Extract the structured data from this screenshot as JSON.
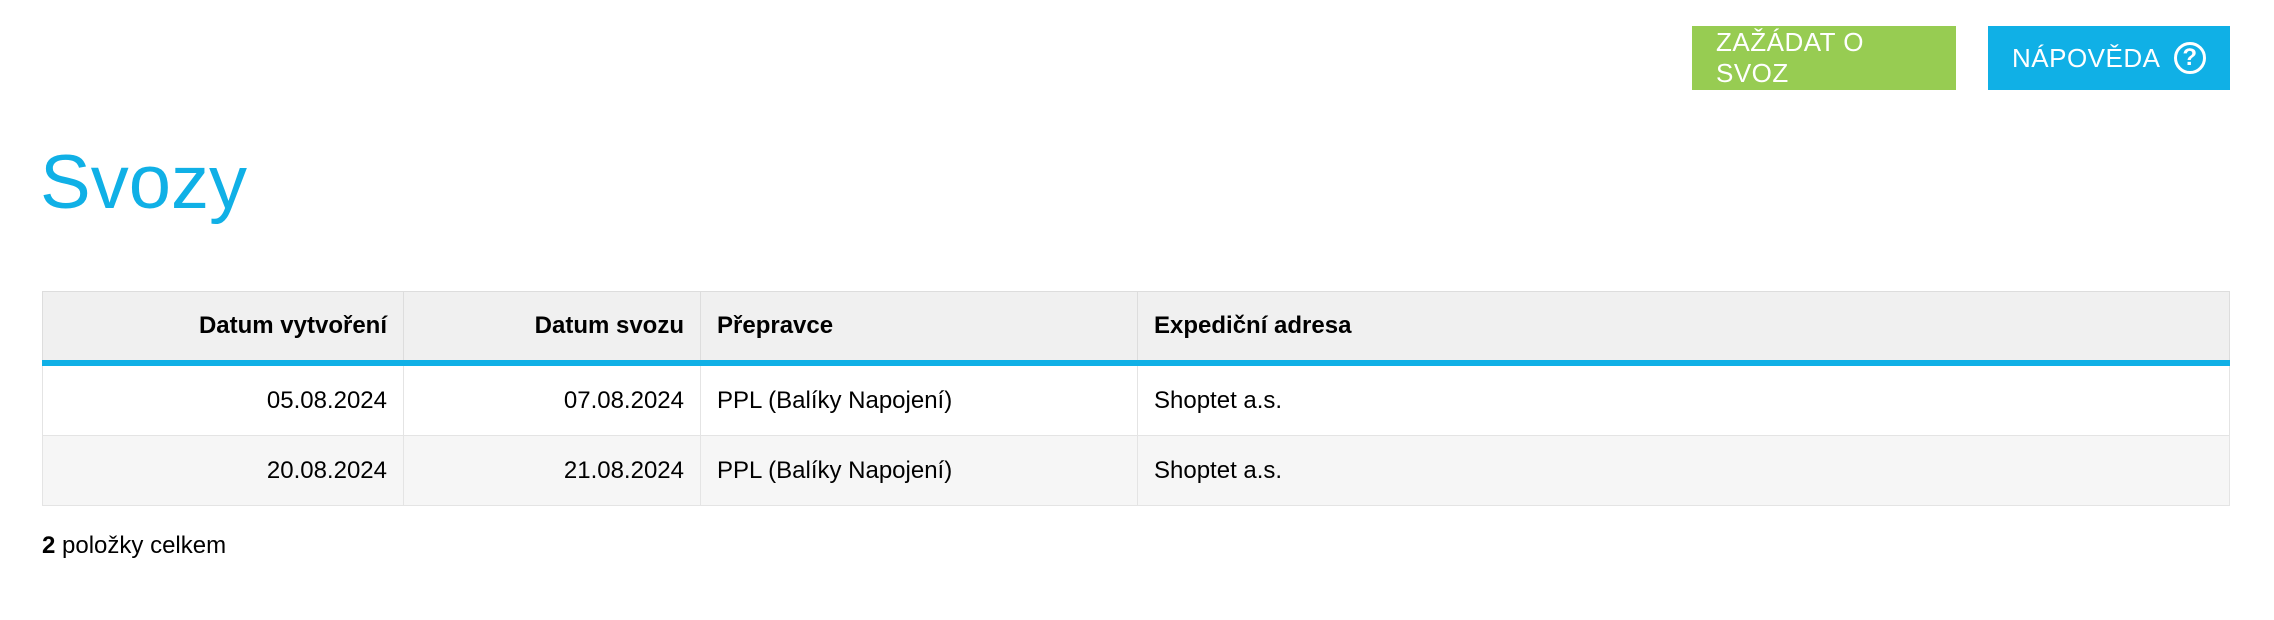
{
  "toolbar": {
    "request_label": "ZAŽÁDAT O SVOZ",
    "help_label": "NÁPOVĚDA",
    "help_icon_glyph": "?",
    "help_icon": "question-circle-icon",
    "colors": {
      "request_bg": "#97cc52",
      "help_bg": "#10b0e6"
    }
  },
  "page": {
    "title": "Svozy",
    "accent_color": "#10b0e6"
  },
  "table": {
    "headers": {
      "created": "Datum vytvoření",
      "pickup": "Datum svozu",
      "carrier": "Přepravce",
      "address": "Expediční adresa"
    },
    "rows": [
      {
        "created": "05.08.2024",
        "pickup": "07.08.2024",
        "carrier": "PPL (Balíky Napojení)",
        "address": "Shoptet a.s."
      },
      {
        "created": "20.08.2024",
        "pickup": "21.08.2024",
        "carrier": "PPL (Balíky Napojení)",
        "address": "Shoptet a.s."
      }
    ]
  },
  "summary": {
    "count": "2",
    "text": " položky celkem"
  }
}
